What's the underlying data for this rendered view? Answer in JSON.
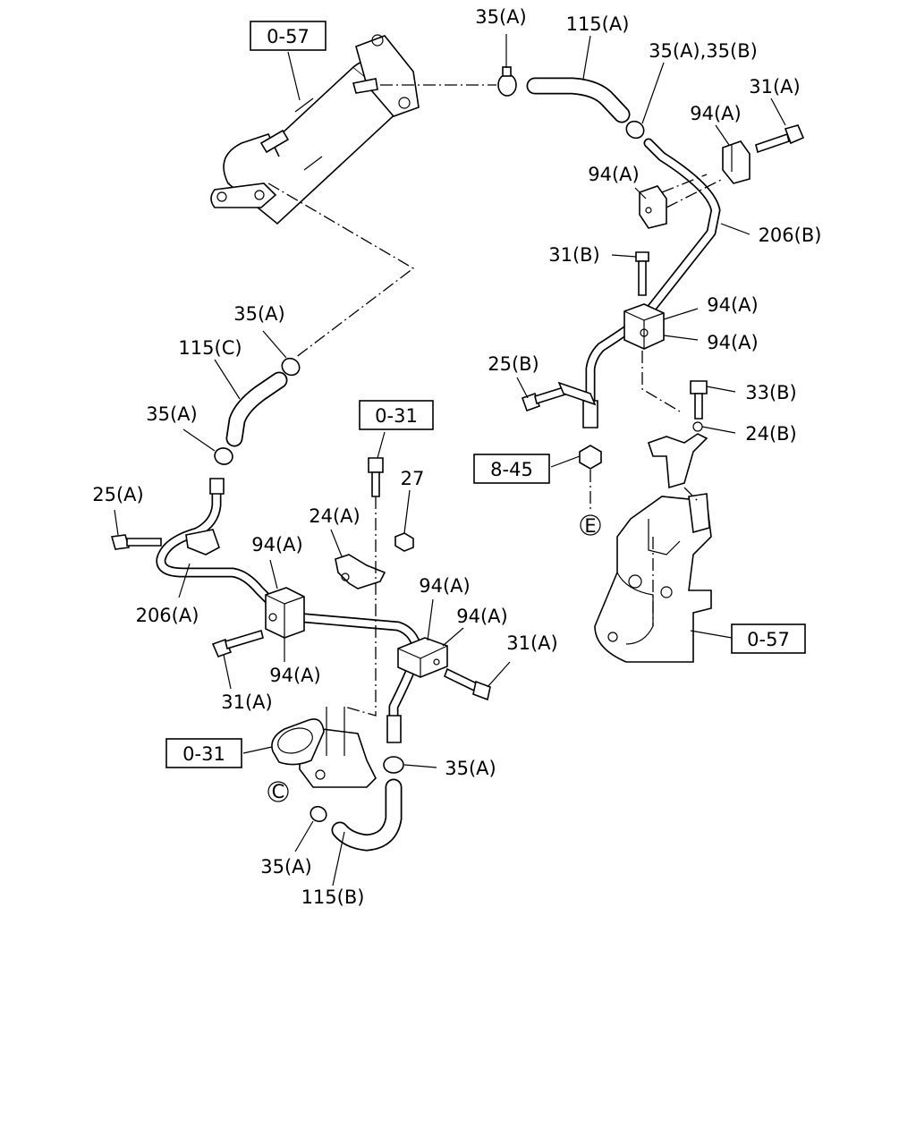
{
  "ref_boxes": [
    "0-57",
    "0-31",
    "8-45",
    "0-31",
    "0-57"
  ],
  "callouts": [
    "35(A)",
    "115(A)",
    "35(A),35(B)",
    "31(A)",
    "94(A)",
    "94(A)",
    "206(B)",
    "31(B)",
    "94(A)",
    "94(A)",
    "25(B)",
    "33(B)",
    "24(B)",
    "35(A)",
    "115(C)",
    "35(A)",
    "25(A)",
    "27",
    "24(A)",
    "94(A)",
    "206(A)",
    "94(A)",
    "94(A)",
    "31(A)",
    "94(A)",
    "31(A)",
    "35(A)",
    "35(A)",
    "115(B)"
  ],
  "circled_refs": [
    "E",
    "C"
  ]
}
